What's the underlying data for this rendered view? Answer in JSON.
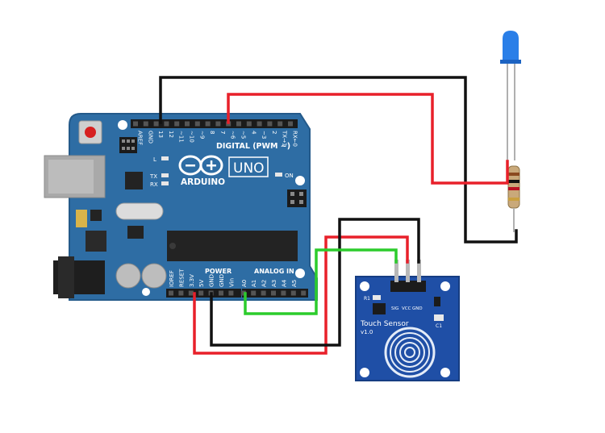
{
  "colors": {
    "board": "#2e6da4",
    "board_edge": "#245a8a",
    "sensor_board": "#1f4fa6",
    "wire_red": "#e8202a",
    "wire_black": "#111111",
    "wire_green": "#2ccc2c",
    "led": "#2a7fe8",
    "header": "#1b1b1b",
    "chip": "#232323",
    "usb": "#a9a9a9"
  },
  "arduino": {
    "brand": "ARDUINO",
    "model": "UNO",
    "digital_label": "DIGITAL (PWM ~)",
    "analog_label": "ANALOG IN",
    "power_label": "POWER",
    "on_label": "ON",
    "led_l": "L",
    "led_tx": "TX",
    "led_rx": "RX",
    "top_pins": [
      "AREF",
      "GND",
      "13",
      "12",
      "~11",
      "~10",
      "~9",
      "8",
      "7",
      "~6",
      "~5",
      "4",
      "~3",
      "2",
      "TX→1",
      "RX←0"
    ],
    "power_pins": [
      "IOREF",
      "RESET",
      "3.3V",
      "5V",
      "GND",
      "GND",
      "Vin"
    ],
    "analog_pins": [
      "A0",
      "A1",
      "A2",
      "A3",
      "A4",
      "A5"
    ]
  },
  "sensor": {
    "title": "Touch Sensor",
    "version": "v1.0",
    "pins": [
      "SIG",
      "VCC",
      "GND"
    ],
    "r1": "R1",
    "c1": "C1"
  },
  "components": {
    "led_icon": "blue-led-icon",
    "resistor_icon": "resistor-icon"
  }
}
